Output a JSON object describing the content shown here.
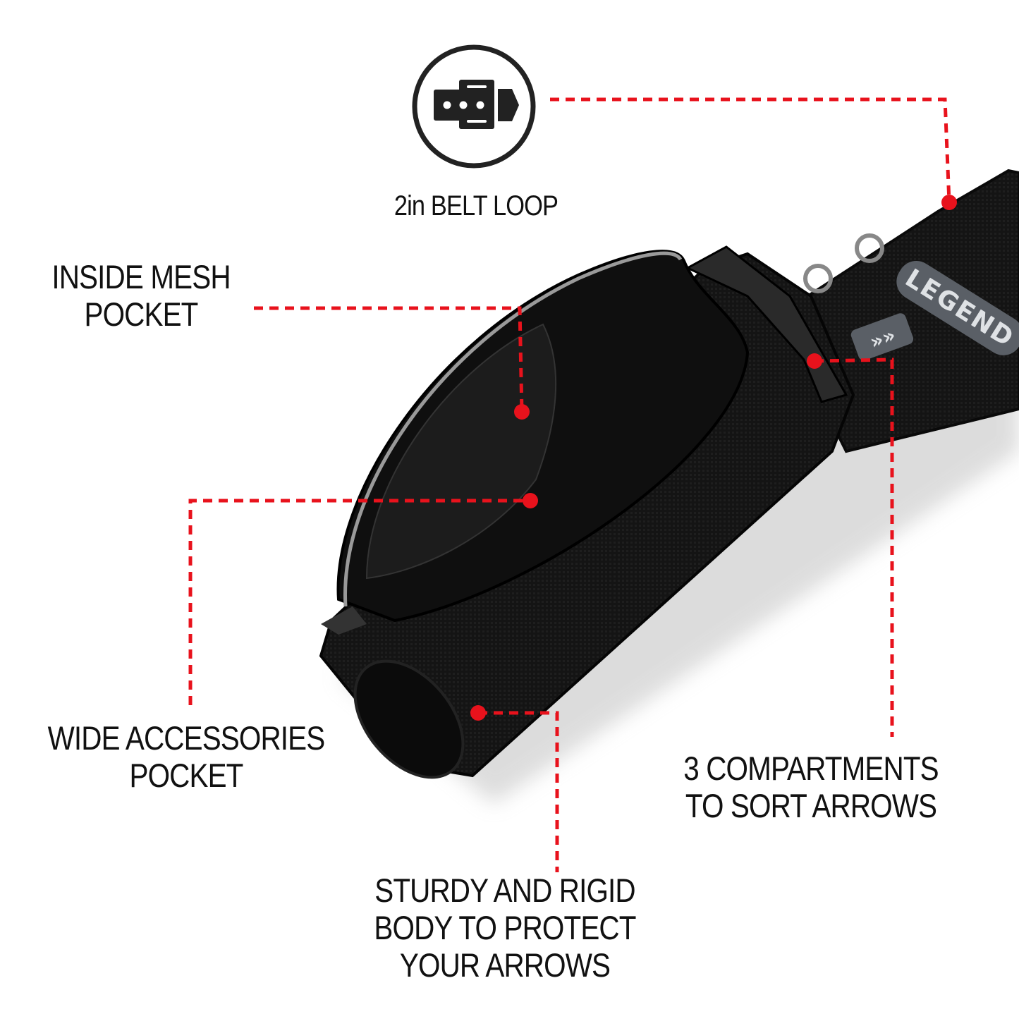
{
  "brand_logo": "LEGEND",
  "accent_color": "#e8121c",
  "icons": {
    "belt_loop": "belt-buckle-icon"
  },
  "callouts": {
    "belt_loop": {
      "lines": [
        "2in BELT LOOP"
      ]
    },
    "mesh_pocket": {
      "lines": [
        "INSIDE MESH",
        "POCKET"
      ]
    },
    "accessories_pocket": {
      "lines": [
        "WIDE ACCESSORIES",
        "POCKET"
      ]
    },
    "compartments": {
      "lines": [
        "3 COMPARTMENTS",
        "TO SORT ARROWS"
      ]
    },
    "body": {
      "lines": [
        "STURDY AND RIGID",
        "BODY TO PROTECT",
        "YOUR ARROWS"
      ]
    }
  }
}
